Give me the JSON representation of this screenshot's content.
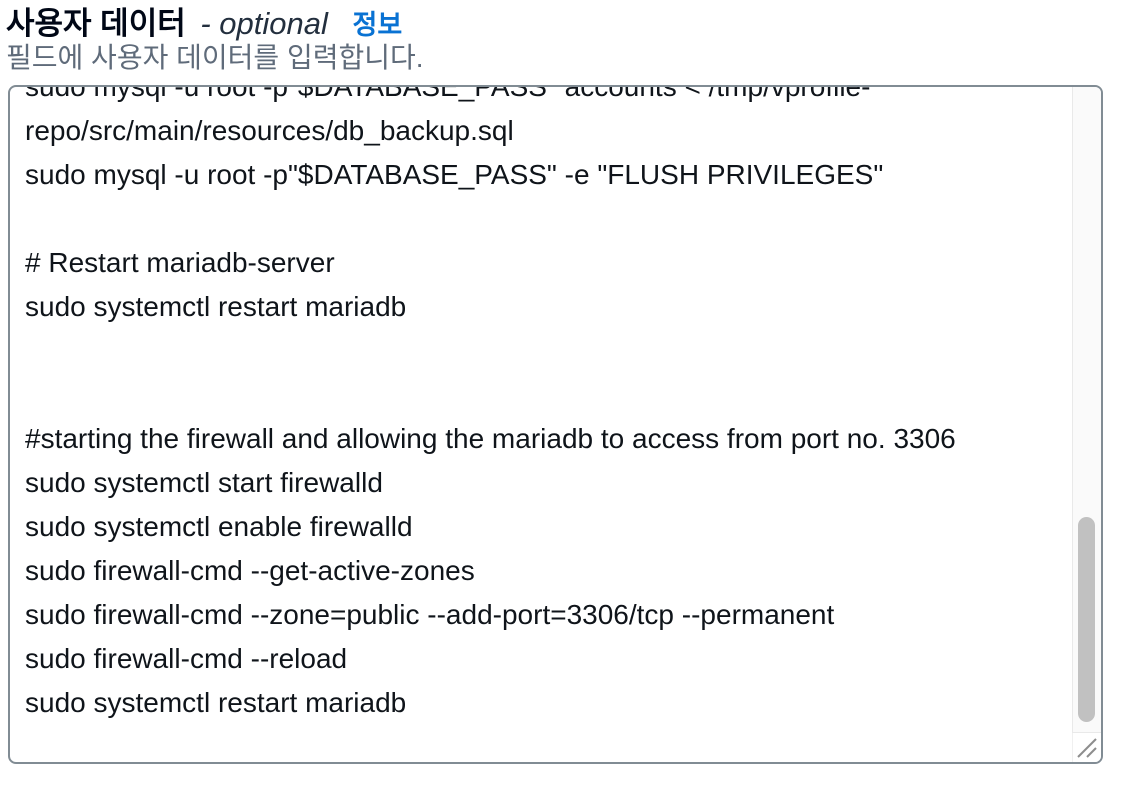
{
  "header": {
    "label": "사용자 데이터",
    "optional_label": "- optional",
    "info_link": "정보",
    "description": "필드에 사용자 데이터를 입력합니다."
  },
  "user_data": {
    "visible_lines": [
      "sudo mysql -u root -p\"$DATABASE_PASS\" accounts < /tmp/vprofile-",
      "repo/src/main/resources/db_backup.sql",
      "sudo mysql -u root -p\"$DATABASE_PASS\" -e \"FLUSH PRIVILEGES\"",
      "",
      "# Restart mariadb-server",
      "sudo systemctl restart mariadb",
      "",
      "",
      "#starting the firewall and allowing the mariadb to access from port no. 3306",
      "sudo systemctl start firewalld",
      "sudo systemctl enable firewalld",
      "sudo firewall-cmd --get-active-zones",
      "sudo firewall-cmd --zone=public --add-port=3306/tcp --permanent",
      "sudo firewall-cmd --reload",
      "sudo systemctl restart mariadb"
    ],
    "scroll_state": "scrolled-near-bottom"
  },
  "icons": {
    "resize_handle": "diagonal-grip-lines",
    "scrollbar_thumb": "vertical-scroll-thumb"
  },
  "colors": {
    "link_blue": "#0972d3",
    "label_text": "#000716",
    "description_text": "#5f6b7a",
    "textarea_text": "#0f141a",
    "textarea_border": "#818c94",
    "scrollbar_thumb": "#c1c1c1",
    "scrollbar_track": "#fafafa"
  }
}
